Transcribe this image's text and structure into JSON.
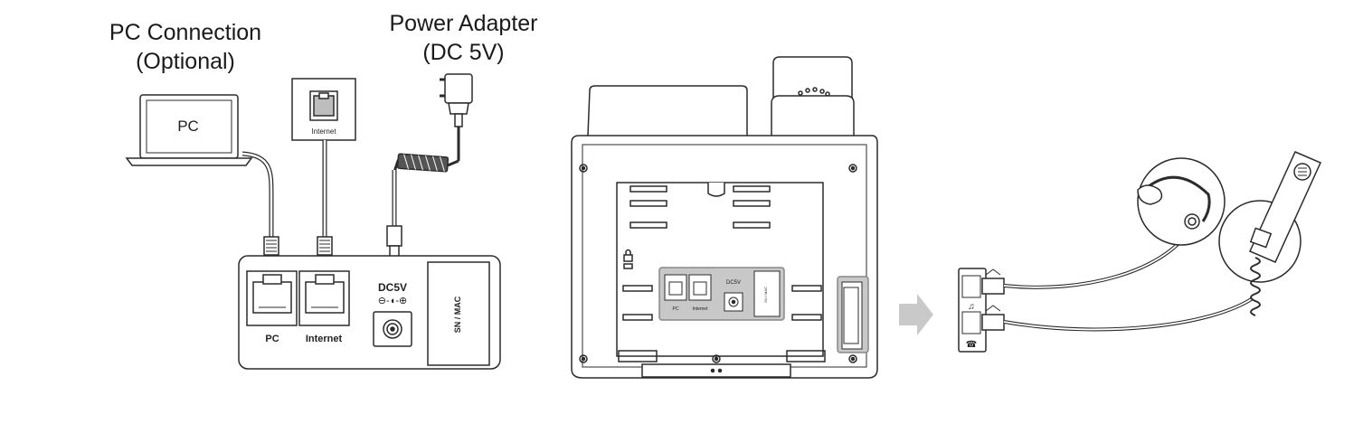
{
  "labels": {
    "pc_connection_line1": "PC Connection",
    "pc_connection_line2": "(Optional)",
    "power_adapter_line1": "Power Adapter",
    "power_adapter_line2": "(DC 5V)",
    "pc_screen": "PC",
    "internet_wall": "Internet",
    "port_pc": "PC",
    "port_internet": "Internet",
    "dc_label": "DC5V",
    "dc_polarity": "⊖-◖-⊕",
    "sn_mac": "SN / MAC",
    "mini_port_pc": "PC",
    "mini_port_internet": "Internet",
    "mini_dc_label": "DC5V",
    "mini_sn_mac": "SN / MAC"
  },
  "icons": {
    "arrow": "right-arrow-icon",
    "headset_jack": "headset-icon",
    "handset_jack": "handset-icon",
    "lock": "lock-icon"
  },
  "colors": {
    "line": "#2b2b2b",
    "highlight": "#c8c8c8",
    "arrow": "#c9c9c9",
    "cable_pattern": "#555555"
  }
}
